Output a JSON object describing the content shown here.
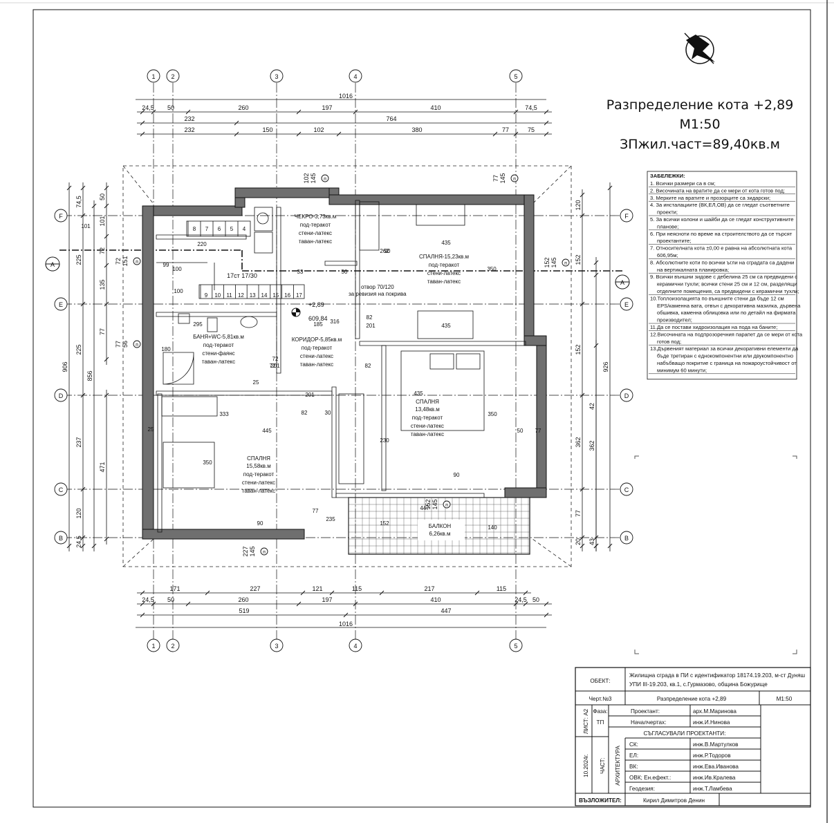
{
  "heading": {
    "line1": "Разпределение кота +2,89",
    "line2": "М1:50",
    "line3": "ЗПжил.част=89,40кв.м"
  },
  "grid": {
    "vertical": [
      "1",
      "2",
      "3",
      "4",
      "5"
    ],
    "horizontal": [
      "F",
      "E",
      "D",
      "C",
      "B"
    ],
    "section": "A"
  },
  "dims_top": {
    "total": "1016",
    "row1": [
      "24,5",
      "50",
      "260",
      "197",
      "410",
      "74,5"
    ],
    "row2": [
      "232",
      "764"
    ],
    "row3": [
      "232",
      "150",
      "102",
      "380",
      "77",
      "75"
    ]
  },
  "dims_bottom": {
    "row1": [
      "171",
      "227",
      "121",
      "115",
      "217",
      "115"
    ],
    "row2": [
      "24,5",
      "50",
      "260",
      "197",
      "410",
      "24,5",
      "50"
    ],
    "row3": [
      "519",
      "447"
    ],
    "total": "1016"
  },
  "dims_left": {
    "outer": "906",
    "mid": "856",
    "inner": "471",
    "col_a": [
      "74,5",
      "225",
      "225",
      "237",
      "120",
      "24,5"
    ],
    "col_b": [
      "50",
      "101",
      "72",
      "135",
      "77"
    ]
  },
  "dims_right": {
    "outer": "926",
    "inner": "362",
    "col_a": [
      "120",
      "152",
      "152",
      "362",
      "77",
      "20"
    ],
    "col_b": [
      "42",
      "43"
    ]
  },
  "rooms": [
    {
      "name": "ЧЕКРО-3,73кв.м",
      "lines": [
        "под-теракот",
        "стени-латекс",
        "таван-латекс"
      ]
    },
    {
      "name": "СПАЛНЯ-15,23кв.м",
      "lines": [
        "под-теракот",
        "стени-латекс",
        "таван-латекс"
      ]
    },
    {
      "name": "БАНЯ+WC-5,81кв.м",
      "lines": [
        "под-теракот",
        "стени-фаянс",
        "таван-латекс"
      ]
    },
    {
      "name": "КОРИДОР-5,85кв.м",
      "lines": [
        "под-теракот",
        "стени-латекс",
        "таван-латекс"
      ]
    },
    {
      "name": "СПАЛНЯ",
      "area": "13,48кв.м",
      "lines": [
        "под-теракот",
        "стени-латекс",
        "таван-латекс"
      ]
    },
    {
      "name": "СПАЛНЯ",
      "area": "15,58кв.м",
      "lines": [
        "под-теракот",
        "стени-латекс",
        "таван-латекс"
      ]
    },
    {
      "name": "БАЛКОН",
      "area": "6,26кв.м"
    }
  ],
  "plan_labels": {
    "level_mark": "+2,89",
    "abs_mark": "609,84",
    "hatch": "отвор 70/120",
    "hatch2": "за ревизия на покрива",
    "stairs_label": "17ст 17/30",
    "stair_nums_top": [
      "8",
      "7",
      "6",
      "5",
      "4"
    ],
    "stair_nums_bottom": [
      "9",
      "10",
      "11",
      "12",
      "13",
      "14",
      "15",
      "16",
      "17"
    ],
    "misc": [
      "220",
      "99",
      "100",
      "100",
      "33",
      "50",
      "435",
      "435",
      "435",
      "350",
      "350",
      "350",
      "230",
      "445",
      "333",
      "447",
      "152",
      "140",
      "90",
      "90",
      "90",
      "295",
      "180",
      "185",
      "82",
      "82",
      "82",
      "72",
      "72",
      "30",
      "25",
      "25",
      "50",
      "77",
      "77",
      "235",
      "201",
      "201",
      "201",
      "316",
      "262",
      "101"
    ]
  },
  "openings": [
    {
      "w": "102",
      "h": "145",
      "sill": "п"
    },
    {
      "w": "77",
      "h": "145",
      "sill": "п"
    },
    {
      "w": "72",
      "h": "151",
      "sill": "п"
    },
    {
      "w": "152",
      "h": "145",
      "sill": "п"
    },
    {
      "w": "77",
      "h": "56",
      "sill": "п"
    },
    {
      "w": "227",
      "h": "145",
      "sill": "п"
    },
    {
      "w": "152",
      "h": "145",
      "sill": "п"
    }
  ],
  "notes": {
    "title": "ЗАБЕЛЕЖКИ:",
    "items": [
      "1. Всички размери са в см;",
      "2. Височината на вратите да се мери от кота готов под;",
      "3. Мерките на вратите и прозорците са зидарски;",
      "4. За инсталациите (ВК,ЕЛ,ОВ) да се гледат съответните проекти;",
      "5. За всички колони и шайби да се гледат конструктивните планове;",
      "6. При неясноти по време на строителството да се търсят проектантите;",
      "7. Относителната кота ±0,00 е равна на абсолютната кота 606,95м;",
      "8. Абсолютните коти по всички ъгли на сградата са дадени на вертикалната планировка;",
      "9. Всички външни зидове с дебелина 25 см са предвидени с керамични тухли; всички стени 25 см и 12 см, разделящи отделните помещения, са предвидени с керамични тухли;",
      "10.Топлоизолацията по външните стени да бъде 12 см EPS/каменна вата, отвън с декоративна мазилка, дървена обшивка, каменна облицовка или по детайл на фирмата производител;",
      "11.Да се постави хидроизолация на пода на баните;",
      "12.Височината на подпрозоречния парапет да се мери от кота готов под;",
      "13.Дървеният материал за всички декоративни елементи да бъде третиран с еднокомпонентни или двукомпонентно набъбващо покритие с граница на пожароустойчивост от минимум 60 минути;"
    ]
  },
  "titleblock": {
    "object_label": "ОБЕКТ:",
    "object_text1": "Жилищна сграда в ПИ с идентификатор 18174.19.203, м-ст Дуняш",
    "object_text2": "УПИ III-19.203, кв.1, с.Гурмазово, община Божурище",
    "drawing_no": "Черт.№3",
    "drawing_name": "Разпределение кота +2,89",
    "scale": "М1:50",
    "phase_label": "Фаза:",
    "phase_value": "ТП",
    "sheet_label": "ЛИСТ: А2",
    "designer_label": "Проектант:",
    "designer_value": "арх.М.Маринова",
    "chief_label": "Началчертах:",
    "chief_value": "инж.И.Нинова",
    "agreed": "СЪГЛАСУВАЛИ ПРОЕКТАНТИ:",
    "part_label": "ЧАСТ:",
    "part_value": "АРХИТЕКТУРА",
    "date": "10.2024г.",
    "agreements": [
      {
        "part": "СК:",
        "name": "инж.В.Мартулков"
      },
      {
        "part": "ЕЛ:",
        "name": "инж.Р.Тодоров"
      },
      {
        "part": "ВК:",
        "name": "инж.Ева.Иванова"
      },
      {
        "part": "ОВК; Ен.ефект.:",
        "name": "инж.Ив.Кралева"
      },
      {
        "part": "Геодезия:",
        "name": "инж.Т.Ламбева"
      }
    ],
    "client_label": "ВЪЗЛОЖИТЕЛ:",
    "client_value": "Кирил Димитров Денин"
  }
}
